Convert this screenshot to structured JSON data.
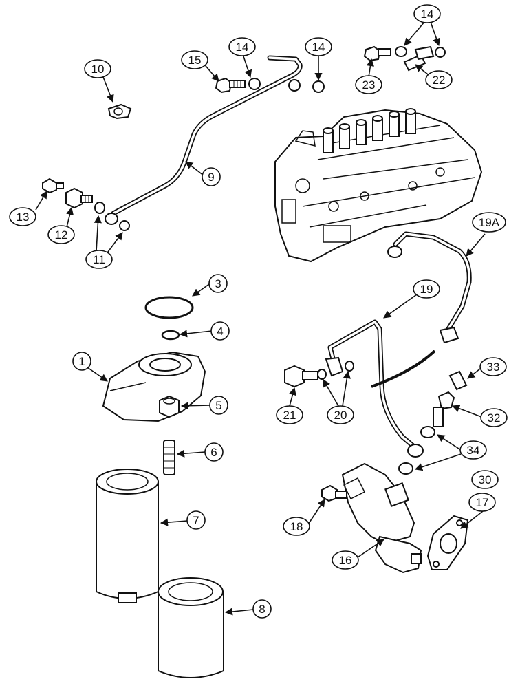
{
  "callouts": {
    "c1": "1",
    "c3": "3",
    "c4": "4",
    "c5": "5",
    "c6": "6",
    "c7": "7",
    "c8": "8",
    "c9": "9",
    "c10": "10",
    "c11": "11",
    "c12": "12",
    "c13": "13",
    "c14a": "14",
    "c14b": "14",
    "c14c": "14",
    "c15": "15",
    "c16": "16",
    "c17": "17",
    "c18": "18",
    "c19": "19",
    "c19a": "19A",
    "c20": "20",
    "c21": "21",
    "c22": "22",
    "c23": "23",
    "c30": "30",
    "c32": "32",
    "c33": "33",
    "c34": "34"
  }
}
